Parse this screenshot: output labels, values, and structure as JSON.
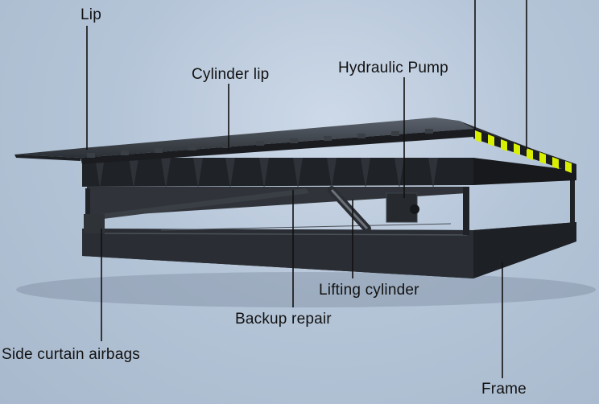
{
  "diagram": {
    "labels": {
      "lip": "Lip",
      "cylinder_lip": "Cylinder lip",
      "hydraulic_pump": "Hydraulic Pump",
      "lifting_cylinder": "Lifting cylinder",
      "backup_repair": "Backup repair",
      "side_curtain_airbags": "Side curtain airbags",
      "frame": "Frame"
    },
    "colors": {
      "background": "#b5c5d8",
      "steel": "#26292e",
      "safety_stripe_yellow": "#d8f000",
      "leader_line": "#111111"
    }
  }
}
